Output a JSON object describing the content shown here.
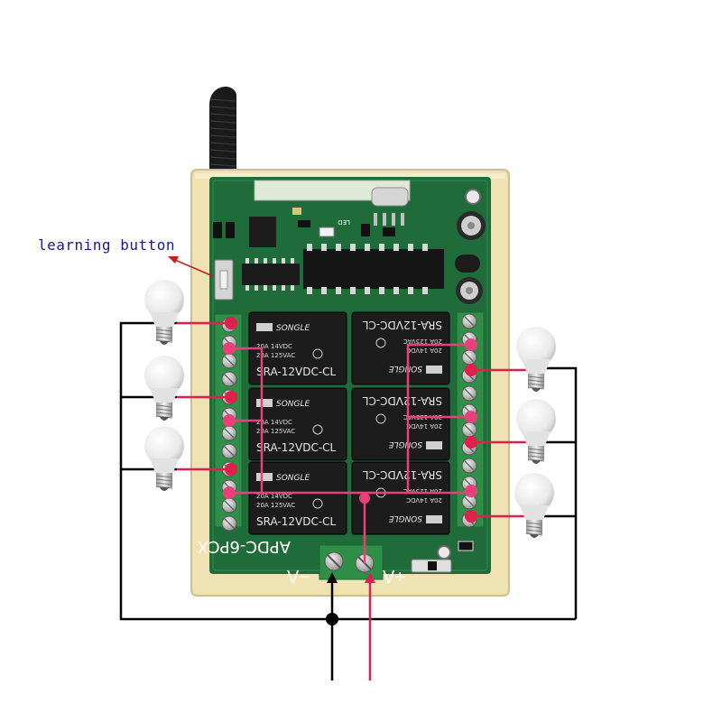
{
  "labels": {
    "learning_button": "learning button",
    "board_model": "APDC-6PCX",
    "v_minus": "V−",
    "v_plus": "V+",
    "led": "LED"
  },
  "relays": {
    "brand": "SONGLE",
    "model": "SRA-12VDC-CL",
    "rating_dc": "20A 14VDC",
    "rating_ac": "20A 125VAC"
  },
  "colors": {
    "pcb": "#1f6b3a",
    "case": "#efe3b4",
    "relay": "#1c1c1c",
    "terminal": "#2f8f47",
    "load_wire": "#e0204a",
    "common_wire": "#e8407a",
    "supply_wire": "#000000"
  },
  "icons": {
    "bulb": "light-bulb-icon",
    "antenna": "antenna-coil-icon",
    "button": "push-button-icon"
  }
}
